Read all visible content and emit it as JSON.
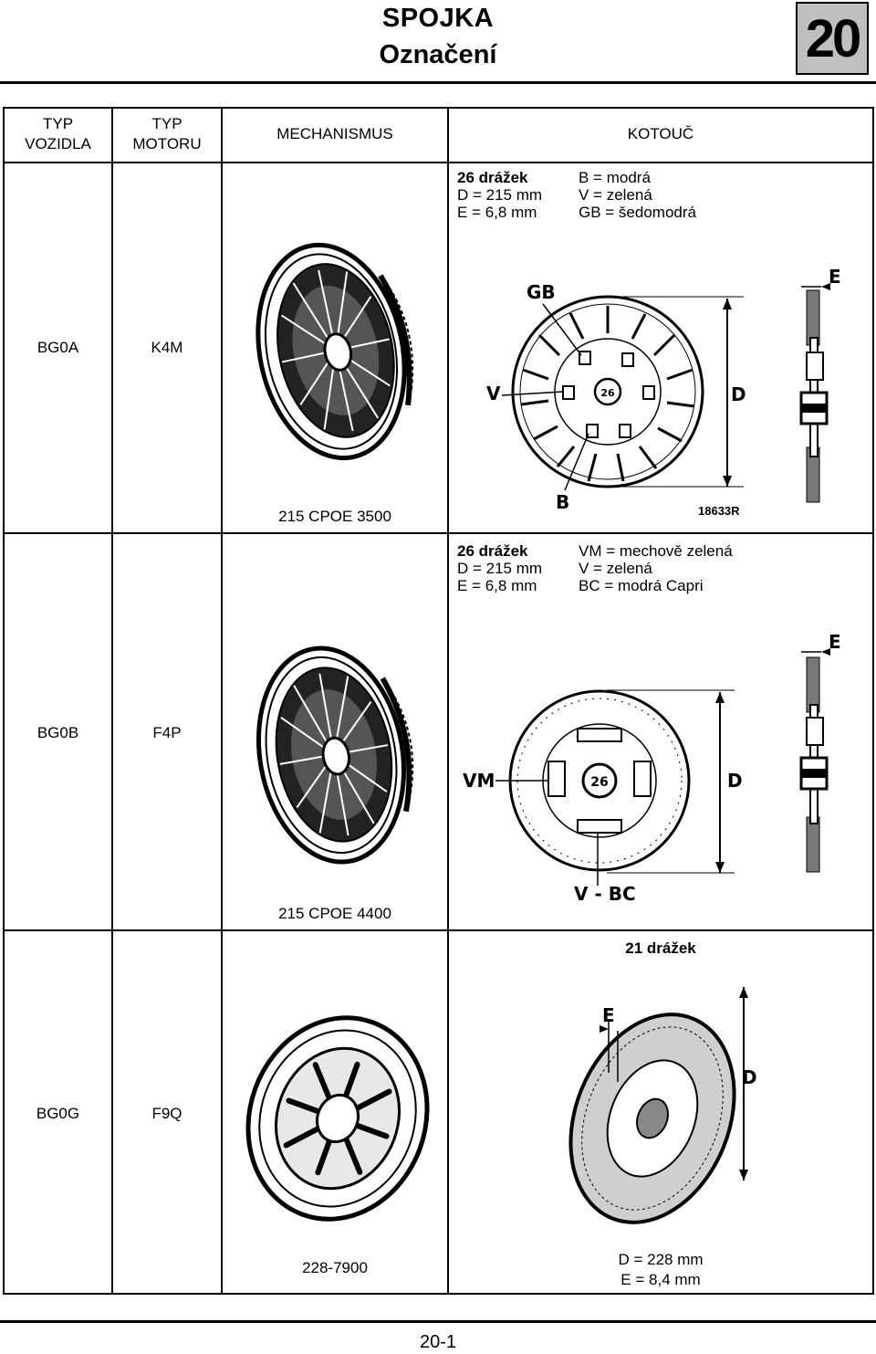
{
  "header": {
    "title_line1": "SPOJKA",
    "title_line2": "Označení",
    "chapter_number": "20"
  },
  "table": {
    "columns": {
      "vehicle_type": [
        "TYP",
        "VOZIDLA"
      ],
      "engine_type": [
        "TYP",
        "MOTORU"
      ],
      "mechanism": "MECHANISMUS",
      "disc": "KOTOUČ"
    },
    "rows": [
      {
        "vehicle": "BG0A",
        "engine": "K4M",
        "mechanism_ref": "215 CPOE 3500",
        "spec_left": [
          "26 drážek",
          "D = 215 mm",
          "E = 6,8 mm"
        ],
        "spec_right": [
          "B = modrá",
          "V = zelená",
          "GB = šedomodrá"
        ],
        "labels": {
          "gb": "GB",
          "v": "V",
          "b": "B",
          "d": "D",
          "e": "E",
          "hub": "26"
        },
        "figure_ref": "18633R"
      },
      {
        "vehicle": "BG0B",
        "engine": "F4P",
        "mechanism_ref": "215 CPOE 4400",
        "spec_left": [
          "26 drážek",
          "D = 215 mm",
          "E = 6,8 mm"
        ],
        "spec_right": [
          "VM = mechově zelená",
          "V = zelená",
          "BC = modrá Capri"
        ],
        "labels": {
          "vm": "VM",
          "vbc": "V - BC",
          "d": "D",
          "e": "E",
          "hub": "26"
        }
      },
      {
        "vehicle": "BG0G",
        "engine": "F9Q",
        "mechanism_ref": "228-7900",
        "spec_top": "21 drážek",
        "spec_bottom": [
          "D = 228 mm",
          "E = 8,4 mm"
        ],
        "labels": {
          "d": "D",
          "e": "E"
        }
      }
    ]
  },
  "footer": {
    "page_number": "20-1"
  }
}
